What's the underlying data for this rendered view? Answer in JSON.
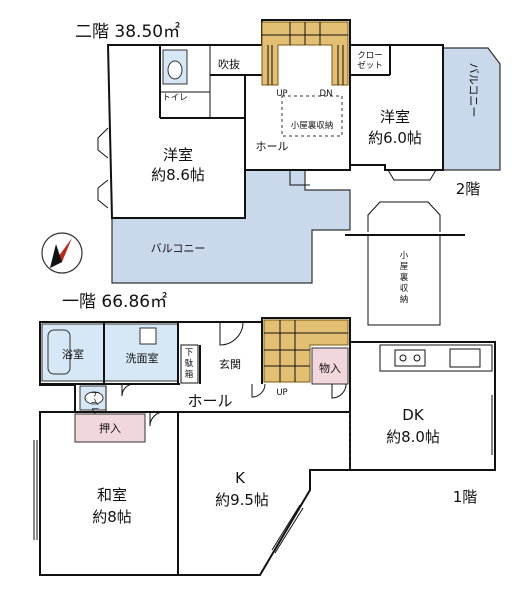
{
  "floor2": {
    "title": "二階 38.50㎡",
    "floor_label": "2階",
    "rooms": {
      "youshitsu_a_name": "洋室",
      "youshitsu_a_size": "約8.6帖",
      "youshitsu_b_name": "洋室",
      "youshitsu_b_size": "約6.0帖",
      "hall": "ホール",
      "fukinuke": "吹抜",
      "toilet": "トイレ",
      "closet_line1": "クロー",
      "closet_line2": "ゼット",
      "attic_storage": "小屋裏収納",
      "attic_storage_vertical": "小屋裏収納",
      "balcony_right": "バルコニー",
      "balcony_bottom": "バルコニー",
      "up": "UP",
      "dn": "DN"
    }
  },
  "floor1": {
    "title": "一階 66.86㎡",
    "floor_label": "1階",
    "rooms": {
      "bath": "浴室",
      "washroom": "洗面室",
      "shoebox_line1": "下",
      "shoebox_line2": "駄",
      "shoebox_line3": "箱",
      "genkan": "玄関",
      "storage": "物入",
      "hall": "ホール",
      "toilet": "トイレ",
      "oshiire": "押入",
      "washitsu_name": "和室",
      "washitsu_size": "約8帖",
      "k_name": "K",
      "k_size": "約9.5帖",
      "dk_name": "DK",
      "dk_size": "約8.0帖",
      "up": "UP"
    }
  },
  "colors": {
    "balcony": "#c9d8ea",
    "wet_area": "#d6e7f6",
    "storage": "#f1d6dc",
    "stairs": "#e2bf72"
  }
}
